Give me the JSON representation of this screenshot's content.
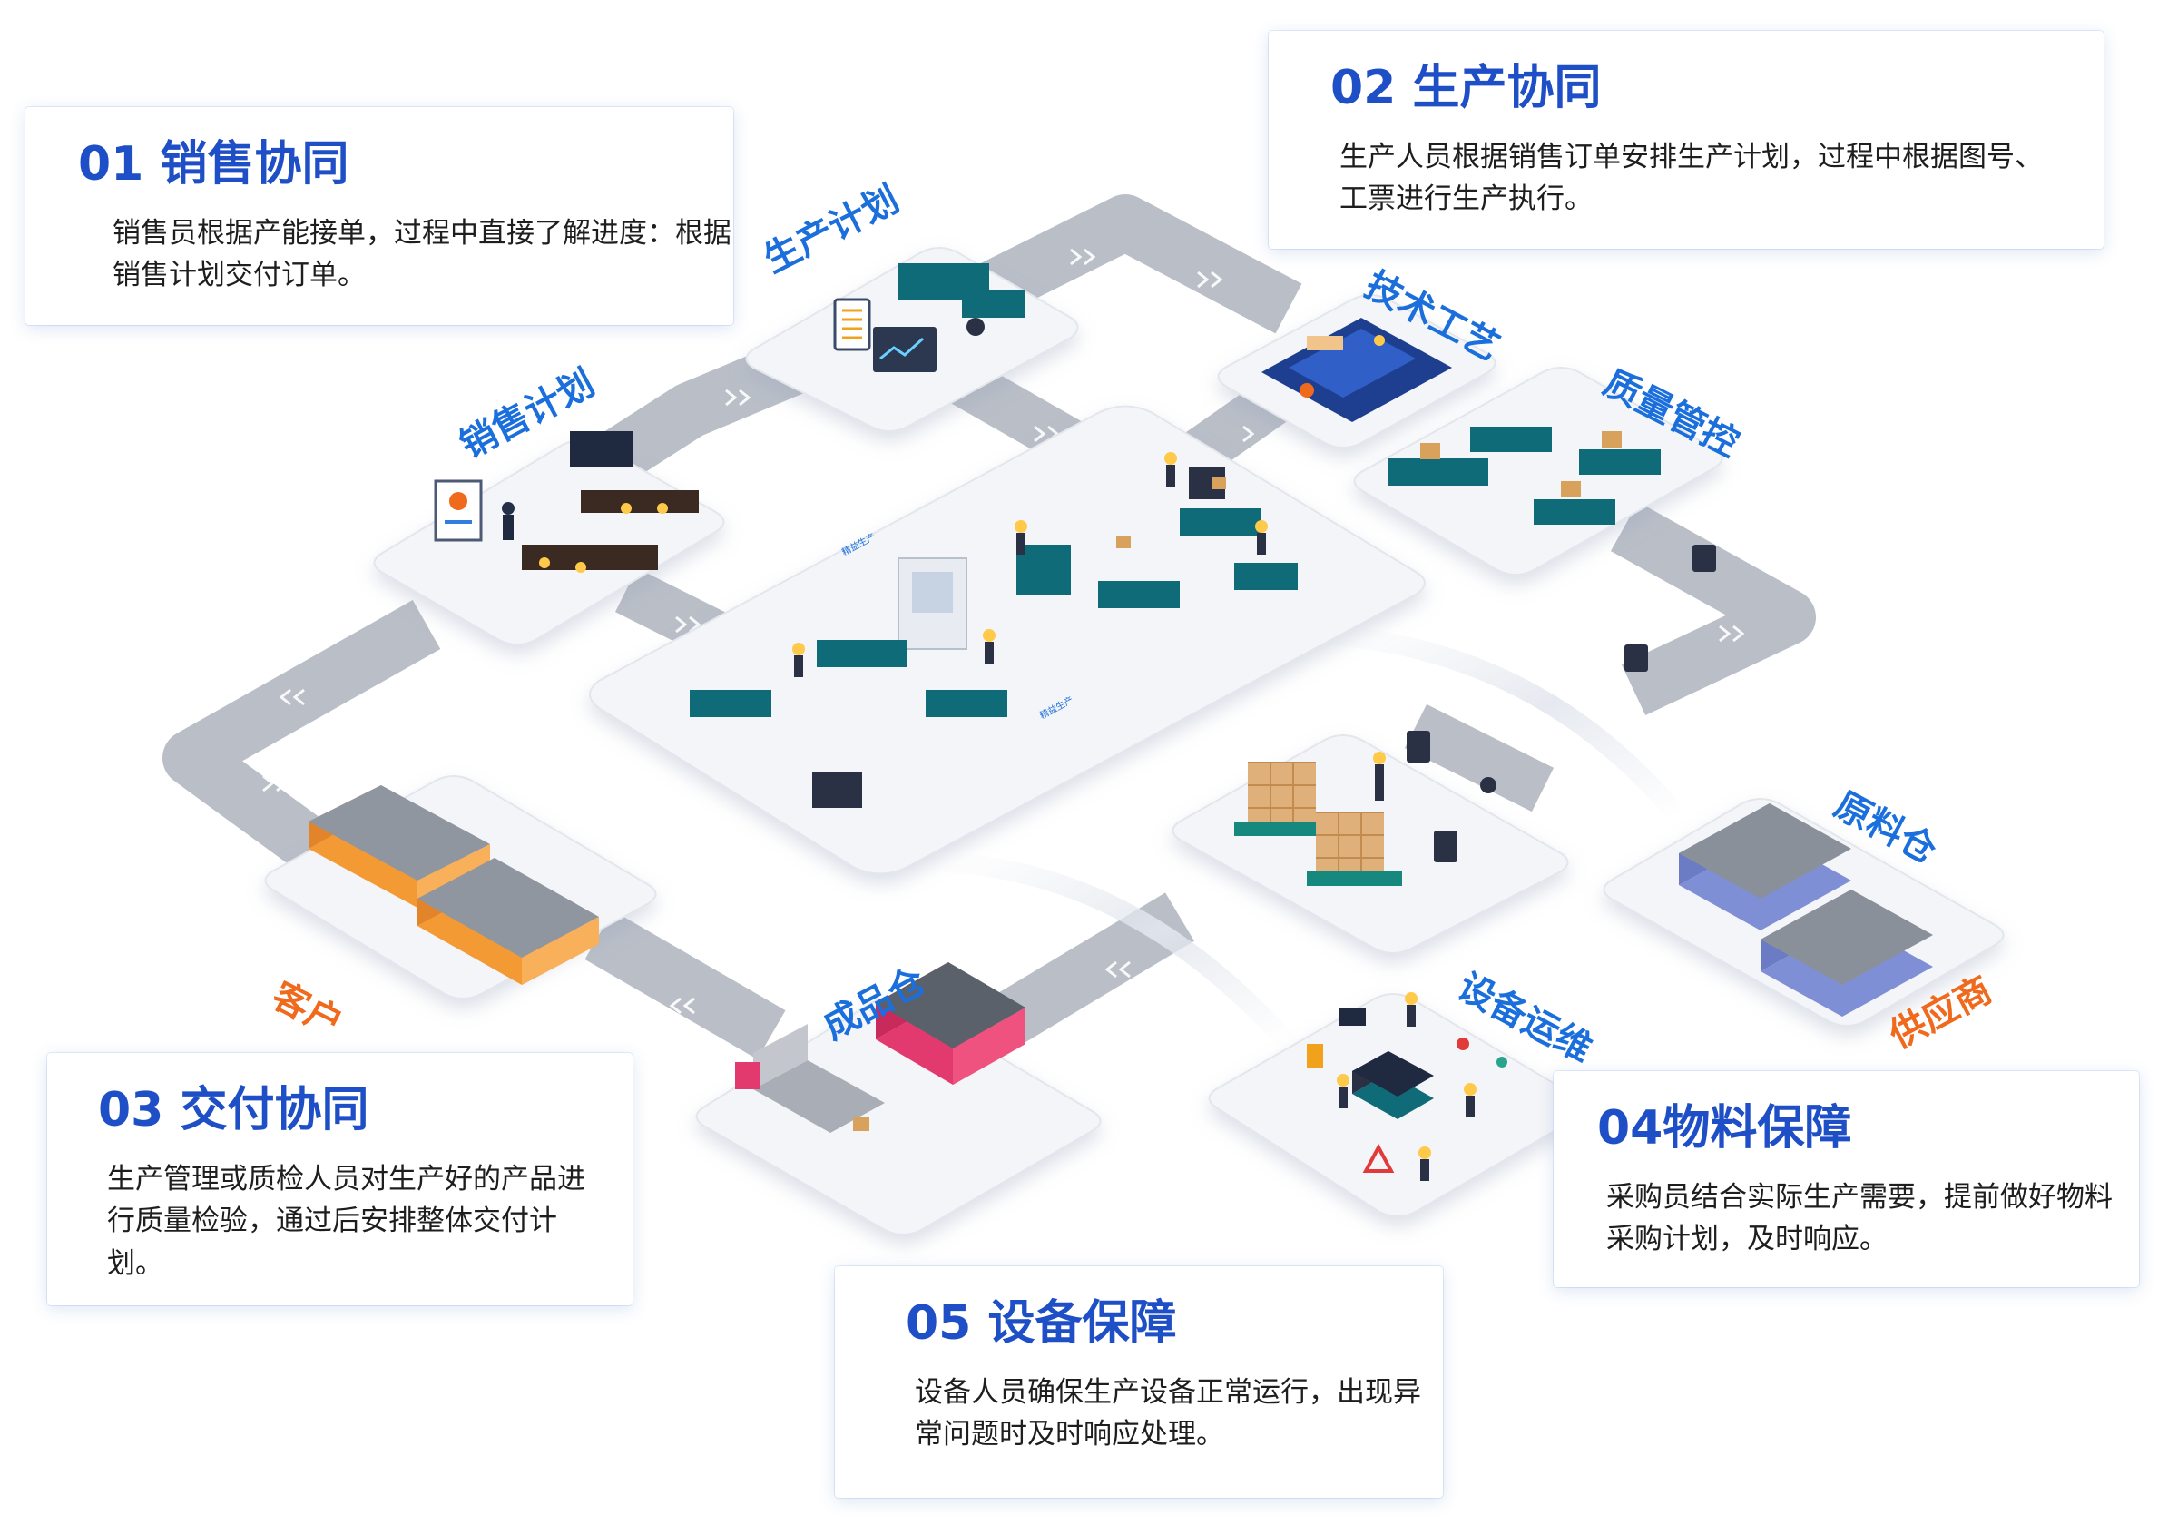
{
  "cards": [
    {
      "id": "sales",
      "title": "01 销售协同",
      "body": "销售员根据产能接单，过程中直接了解进度：根据销售计划交付订单。"
    },
    {
      "id": "production",
      "title": "02 生产协同",
      "body": "生产人员根据销售订单安排生产计划，过程中根据图号、工票进行生产执行。"
    },
    {
      "id": "delivery",
      "title": "03 交付协同",
      "body": "生产管理或质检人员对生产好的产品进行质量检验，通过后安排整体交付计划。"
    },
    {
      "id": "material",
      "title": "04物料保障",
      "body": "采购员结合实际生产需要，提前做好物料采购计划，及时响应。"
    },
    {
      "id": "equipment",
      "title": "05 设备保障",
      "body": "设备人员确保生产设备正常运行，出现异常问题时及时响应处理。"
    }
  ],
  "labels": {
    "production_plan": "生产计划",
    "tech_process": "技术工艺",
    "sales_plan": "销售计划",
    "quality_control": "质量管控",
    "customer": "客户",
    "finished_goods": "成品仓",
    "raw_material": "原料仓",
    "equipment_ops": "设备运维",
    "supplier": "供应商",
    "lean_production_1": "精益生产",
    "lean_production_2": "精益生产"
  },
  "colors": {
    "title_blue": "#1f4fc6",
    "label_blue": "#1b6fdc",
    "label_orange": "#f06a1d",
    "road_gray": "#b9bec7",
    "warehouse_orange": "#f39a35",
    "warehouse_pink": "#e23a6e",
    "warehouse_purple": "#7f8fd6",
    "machine_teal": "#0f6b78"
  }
}
